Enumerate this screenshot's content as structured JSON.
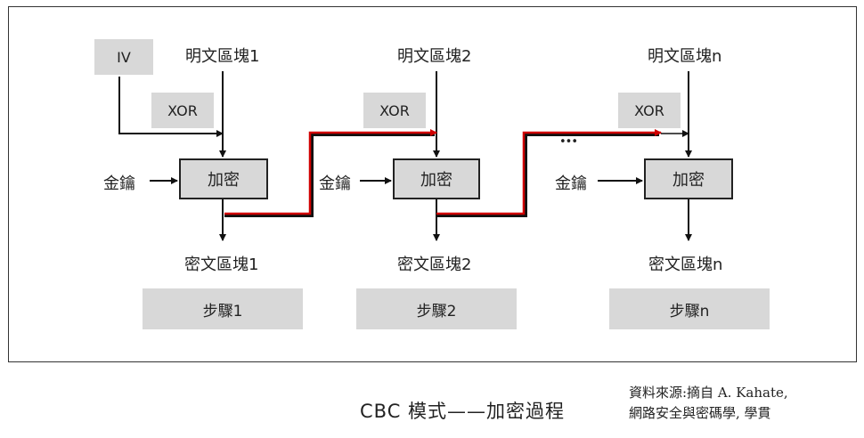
{
  "diagram": {
    "iv": "IV",
    "xor": "XOR",
    "key": "金鑰",
    "encrypt": "加密",
    "ellipsis": "•••",
    "blocks": [
      {
        "plaintext": "明文區塊1",
        "ciphertext": "密文區塊1",
        "step": "步驟1"
      },
      {
        "plaintext": "明文區塊2",
        "ciphertext": "密文區塊2",
        "step": "步驟2"
      },
      {
        "plaintext": "明文區塊n",
        "ciphertext": "密文區塊n",
        "step": "步驟n"
      }
    ]
  },
  "caption": "CBC 模式——加密過程",
  "source": {
    "line1": "資料來源:摘自 A. Kahate,",
    "line2": "網路安全與密碼學, 學貫"
  },
  "colors": {
    "box_fill": "#d8d8d8",
    "wire": "#111111",
    "chain": "#d00000"
  }
}
